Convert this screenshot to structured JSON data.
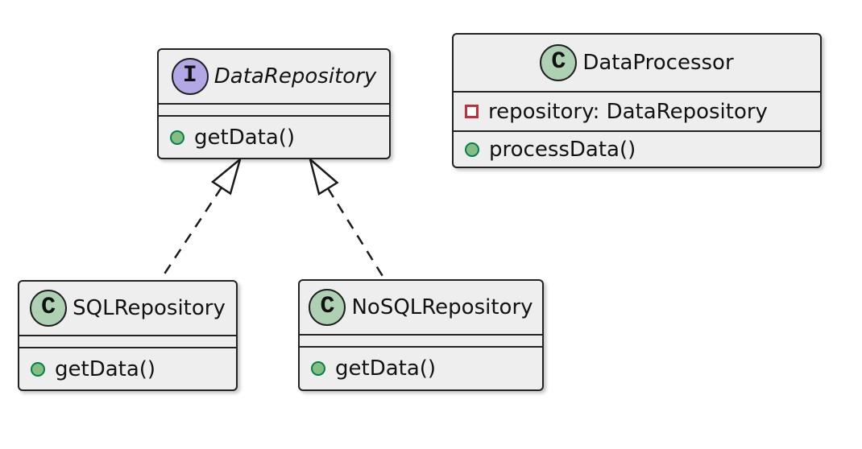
{
  "diagram": {
    "type": "uml-class-diagram",
    "colors": {
      "box_fill": "#eeeeee",
      "box_border": "#222222",
      "interface_spot_fill": "#b4a7e5",
      "class_spot_fill": "#add1b2",
      "public_method_icon_fill": "#84be84",
      "public_method_icon_border": "#038048",
      "private_field_icon_border": "#c13039",
      "relation_line": "#1b1b1b"
    },
    "classes": [
      {
        "id": "DataRepository",
        "kind": "interface",
        "icon_letter": "I",
        "name": "DataRepository",
        "fields": [],
        "methods": [
          {
            "visibility": "public",
            "signature": "getData()"
          }
        ]
      },
      {
        "id": "DataProcessor",
        "kind": "class",
        "icon_letter": "C",
        "name": "DataProcessor",
        "fields": [
          {
            "visibility": "private",
            "signature": "repository: DataRepository"
          }
        ],
        "methods": [
          {
            "visibility": "public",
            "signature": "processData()"
          }
        ]
      },
      {
        "id": "SQLRepository",
        "kind": "class",
        "icon_letter": "C",
        "name": "SQLRepository",
        "fields": [],
        "methods": [
          {
            "visibility": "public",
            "signature": "getData()"
          }
        ]
      },
      {
        "id": "NoSQLRepository",
        "kind": "class",
        "icon_letter": "C",
        "name": "NoSQLRepository",
        "fields": [],
        "methods": [
          {
            "visibility": "public",
            "signature": "getData()"
          }
        ]
      }
    ],
    "relations": [
      {
        "type": "realization",
        "from": "SQLRepository",
        "to": "DataRepository",
        "line_style": "dashed",
        "arrowhead": "hollow-triangle"
      },
      {
        "type": "realization",
        "from": "NoSQLRepository",
        "to": "DataRepository",
        "line_style": "dashed",
        "arrowhead": "hollow-triangle"
      }
    ]
  }
}
